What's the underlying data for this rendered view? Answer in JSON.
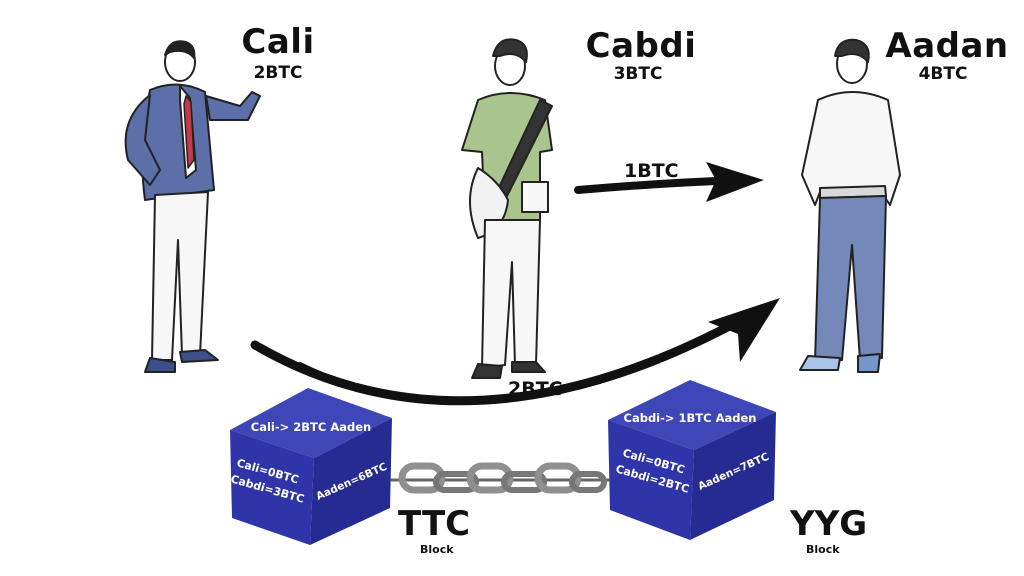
{
  "people": [
    {
      "name": "Cali",
      "balance": "2BTC"
    },
    {
      "name": "Cabdi",
      "balance": "3BTC"
    },
    {
      "name": "Aadan",
      "balance": "4BTC"
    }
  ],
  "transfers": [
    {
      "label": "1BTC"
    },
    {
      "label": "2BTC"
    }
  ],
  "blocks": [
    {
      "name": "TTC",
      "sub": "Block",
      "top_text": "Cali-> 2BTC Aaden",
      "left_lines": [
        "Cali=0BTC",
        "Cabdi=3BTC"
      ],
      "right_text": "Aaden=6BTC"
    },
    {
      "name": "YYG",
      "sub": "Block",
      "top_text": "Cabdi-> 1BTC Aaden",
      "left_lines": [
        "Cali=0BTC",
        "Cabdi=2BTC"
      ],
      "right_text": "Aaden=7BTC"
    }
  ],
  "colors": {
    "block_top": "#3f46b8",
    "block_left": "#2f35a8",
    "block_right": "#262b92",
    "chain": "#8f8f8f",
    "arrow": "#111111"
  }
}
